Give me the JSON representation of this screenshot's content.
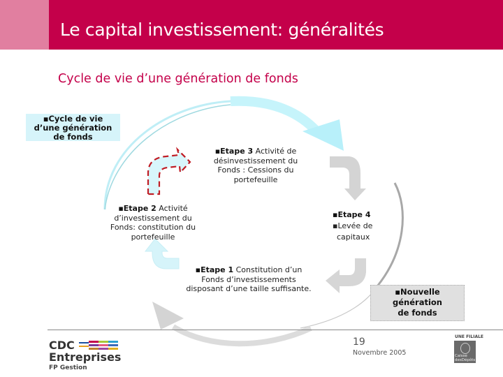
{
  "header": {
    "title": "Le capital investissement: généralités",
    "color": "#c4004a",
    "accent_color": "#e17fa0"
  },
  "subtitle": "Cycle de vie d’une génération de fonds",
  "boxes": {
    "cycle": {
      "bullet": "▪",
      "lines": [
        "▪Cycle de vie",
        "d’une génération",
        "de fonds"
      ]
    },
    "nouvelle": {
      "lines": [
        "▪Nouvelle",
        "génération",
        "de fonds"
      ]
    }
  },
  "steps": {
    "etape3": {
      "bold": "▪Etape 3",
      "text1": " Activité de",
      "lines": [
        "désinvestissement du",
        "Fonds : Cessions du",
        "portefeuille"
      ]
    },
    "etape2": {
      "bold": "▪Etape 2",
      "text1": " Activité",
      "lines": [
        "d’investissement du",
        "Fonds: constitution du",
        "portefeuille"
      ]
    },
    "etape4": {
      "bold": "▪Etape 4",
      "line2": "▪Levée de",
      "line3": "capitaux"
    },
    "etape1": {
      "bold": "▪Etape 1",
      "text1": " Constitution d’un",
      "lines": [
        "Fonds d’investissements",
        "disposant d’une taille suffisante."
      ]
    }
  },
  "footer": {
    "page_number": "19",
    "date": "Novembre 2005",
    "logo_line1": "CDC",
    "logo_line2": "Entreprises",
    "logo_sub": "FP Gestion",
    "filiale": "UNE FILIALE",
    "cdc_logo_text1": "Caisse",
    "cdc_logo_text2": "desDépôts"
  },
  "icons": {
    "arrow_cycle_top": "curved-arrow-cyan",
    "arrow_step3": "bent-arrow-red-dashed",
    "arrow_step4": "bent-arrow-grey-down",
    "arrow_step1": "bent-arrow-grey-left",
    "arrow_step2": "bent-arrow-cyan-up",
    "arrow_cycle_bottom": "curved-arrow-grey"
  }
}
